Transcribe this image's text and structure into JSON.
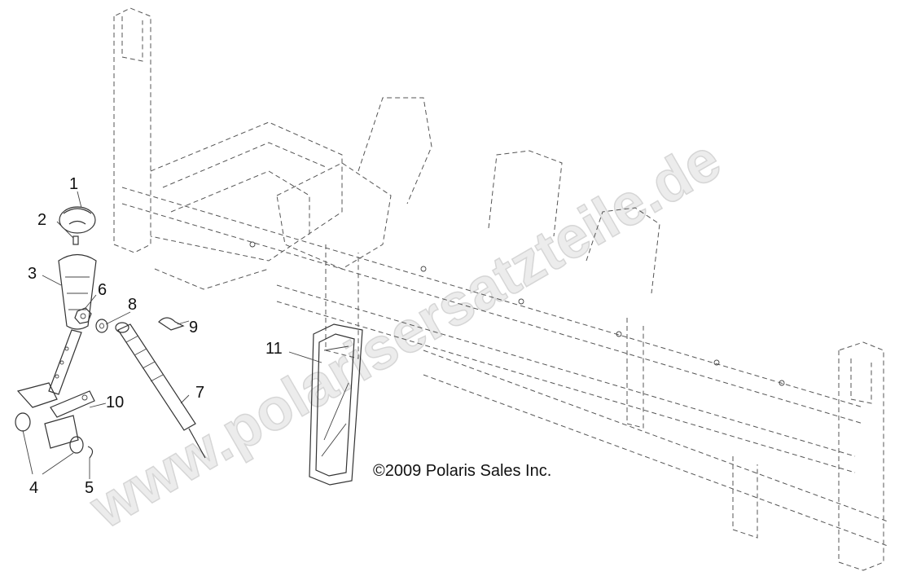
{
  "watermark": "www.polarisersatzteile.de",
  "copyright": "©2009 Polaris Sales Inc.",
  "callouts": {
    "c1": "1",
    "c2": "2",
    "c3": "3",
    "c4": "4",
    "c5": "5",
    "c6": "6",
    "c7": "7",
    "c8": "8",
    "c9": "9",
    "c10": "10",
    "c11": "11"
  }
}
